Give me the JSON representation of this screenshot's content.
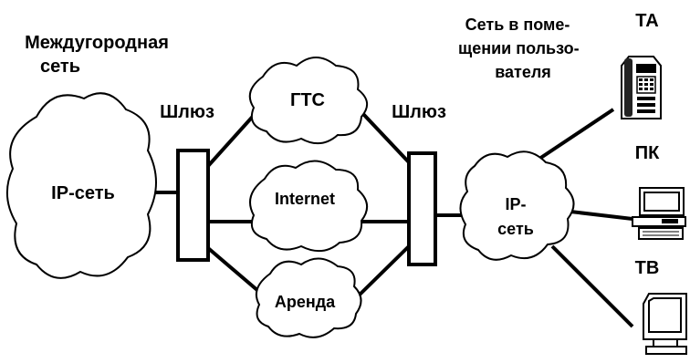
{
  "labels": {
    "intercity_l1": "Междугородная",
    "intercity_l2": "сеть",
    "ip_network_left": "IP-сеть",
    "gateway_left": "Шлюз",
    "gateway_right": "Шлюз",
    "gts": "ГТС",
    "internet": "Internet",
    "lease": "Аренда",
    "user_premises_l1": "Сеть в поме-",
    "user_premises_l2": "щении пользо-",
    "user_premises_l3": "вателя",
    "ip_network_right_l1": "IP-",
    "ip_network_right_l2": "сеть",
    "ta": "ТА",
    "pc": "ПК",
    "tv": "ТВ"
  },
  "icons": {
    "phone": "telephone-icon",
    "computer": "computer-icon",
    "monitor": "monitor-icon"
  }
}
